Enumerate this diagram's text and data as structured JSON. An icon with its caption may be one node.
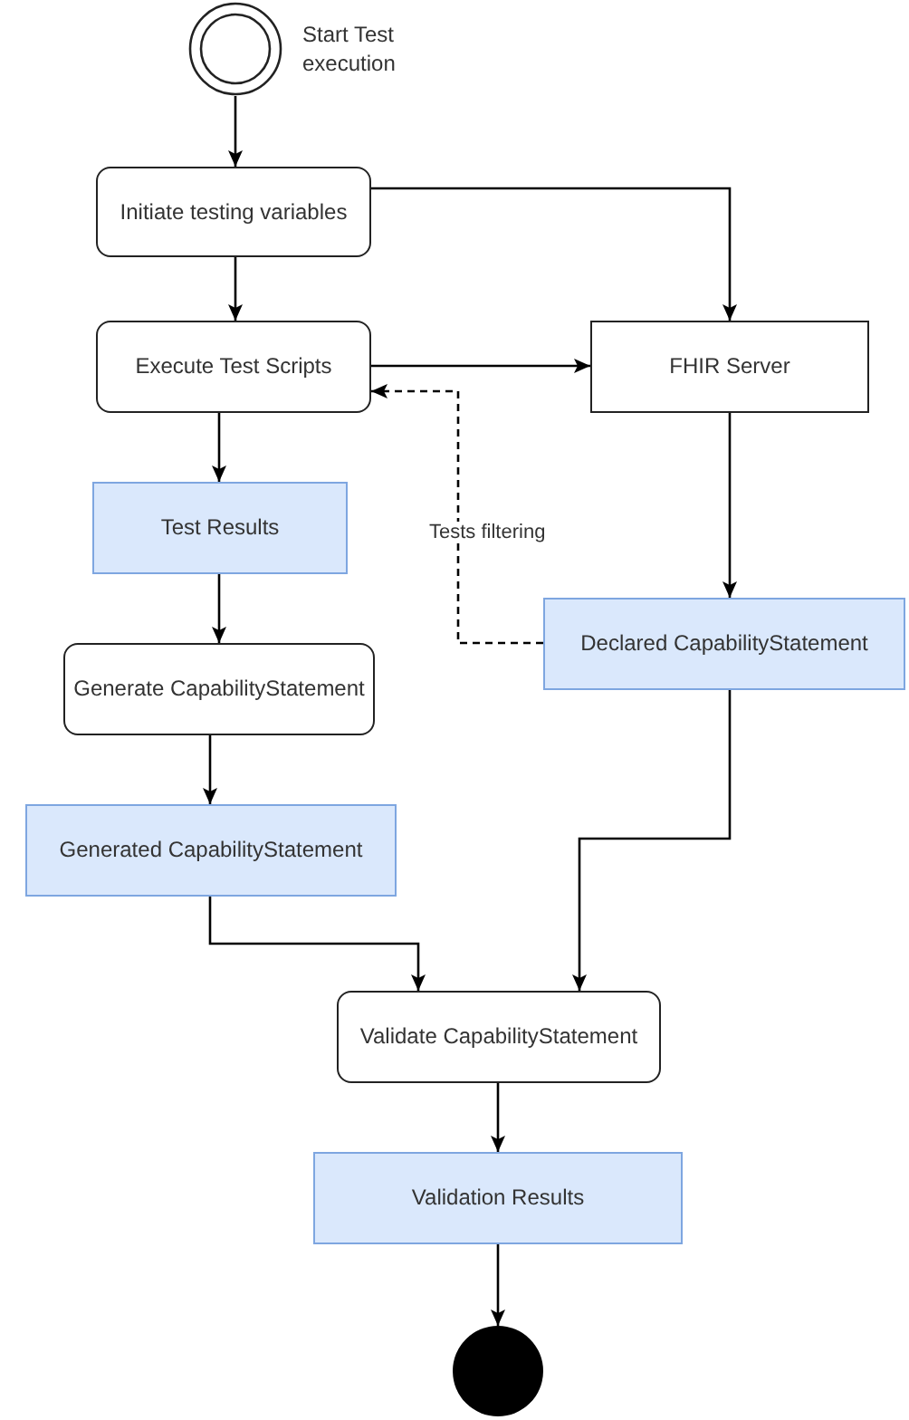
{
  "diagram": {
    "nodes": [
      {
        "text": [],
        "shape": "ring",
        "beside": [
          "Start Test execution"
        ]
      },
      {
        "text": [
          "Initiate testing variables"
        ]
      },
      {
        "text": [
          "Execute Test Scripts"
        ]
      },
      {
        "text": [
          "FHIR Server"
        ]
      },
      {
        "text": [
          "Test Results"
        ]
      },
      {
        "text": [
          "Generate CapabilityStatement"
        ]
      },
      {
        "text": [
          "Generated CapabilityStatement"
        ]
      },
      {
        "text": [
          "Declared CapabilityStatement"
        ]
      },
      {
        "text": [
          "Validate CapabilityStatement"
        ]
      },
      {
        "text": [
          "Validation Results"
        ]
      },
      {
        "text": [],
        "shape": "circle"
      }
    ],
    "edges": [
      {
        "from": 0,
        "to": 1,
        "arrow": "to"
      },
      {
        "from": 1,
        "to": 2,
        "arrow": "to"
      },
      {
        "from": 1,
        "to": 3,
        "arrow": "to"
      },
      {
        "from": 2,
        "to": 3,
        "arrow": "to"
      },
      {
        "from": 2,
        "to": 4,
        "arrow": "to"
      },
      {
        "from": 4,
        "to": 5,
        "arrow": "to"
      },
      {
        "from": 5,
        "to": 6,
        "arrow": "to"
      },
      {
        "from": 3,
        "to": 7,
        "arrow": "to"
      },
      {
        "from": 7,
        "to": 2,
        "arrow": "to",
        "style": "dashed",
        "label": "Tests filtering"
      },
      {
        "from": 6,
        "to": 8,
        "arrow": "to"
      },
      {
        "from": 7,
        "to": 8,
        "arrow": "to"
      },
      {
        "from": 8,
        "to": 9,
        "arrow": "to"
      },
      {
        "from": 9,
        "to": 10,
        "arrow": "to"
      }
    ]
  }
}
